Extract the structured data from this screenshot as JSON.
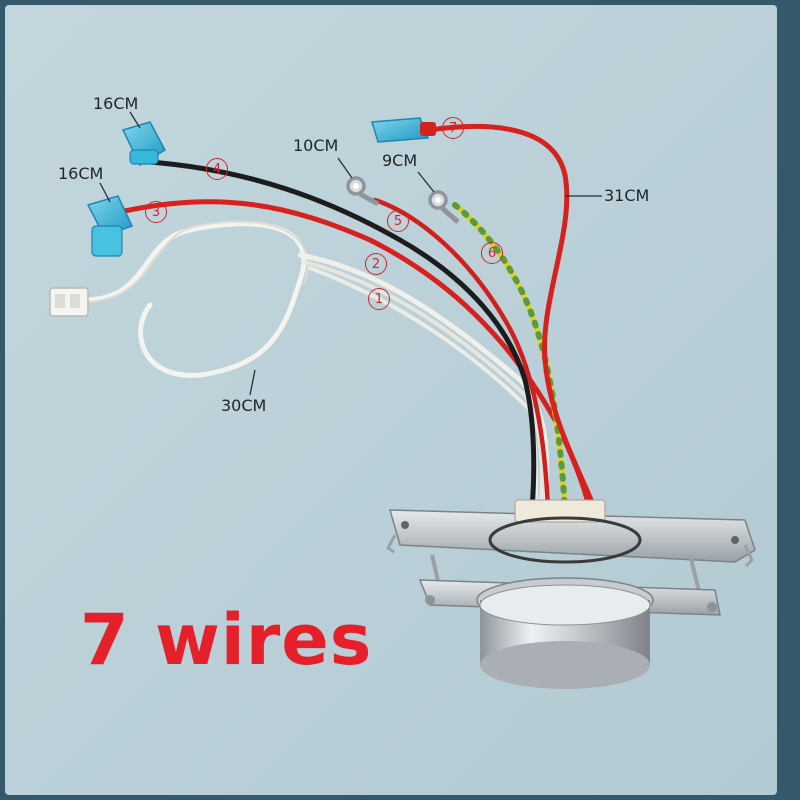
{
  "headline": "7 wires",
  "length_labels": [
    "16CM",
    "16CM",
    "10CM",
    "9CM",
    "31CM",
    "30CM"
  ],
  "wire_numbers": [
    "1",
    "2",
    "3",
    "4",
    "5",
    "6",
    "7"
  ],
  "colors": {
    "outer_frame": "#34596b",
    "panel": "#bcd1d9",
    "headline": "#e5202b",
    "wire_red": "#d7211f",
    "wire_black": "#1c1c1e",
    "wire_white": "#eeeeea",
    "wire_yellow_green": "#d9d23a",
    "connector_blue": "#2fb3d6"
  }
}
